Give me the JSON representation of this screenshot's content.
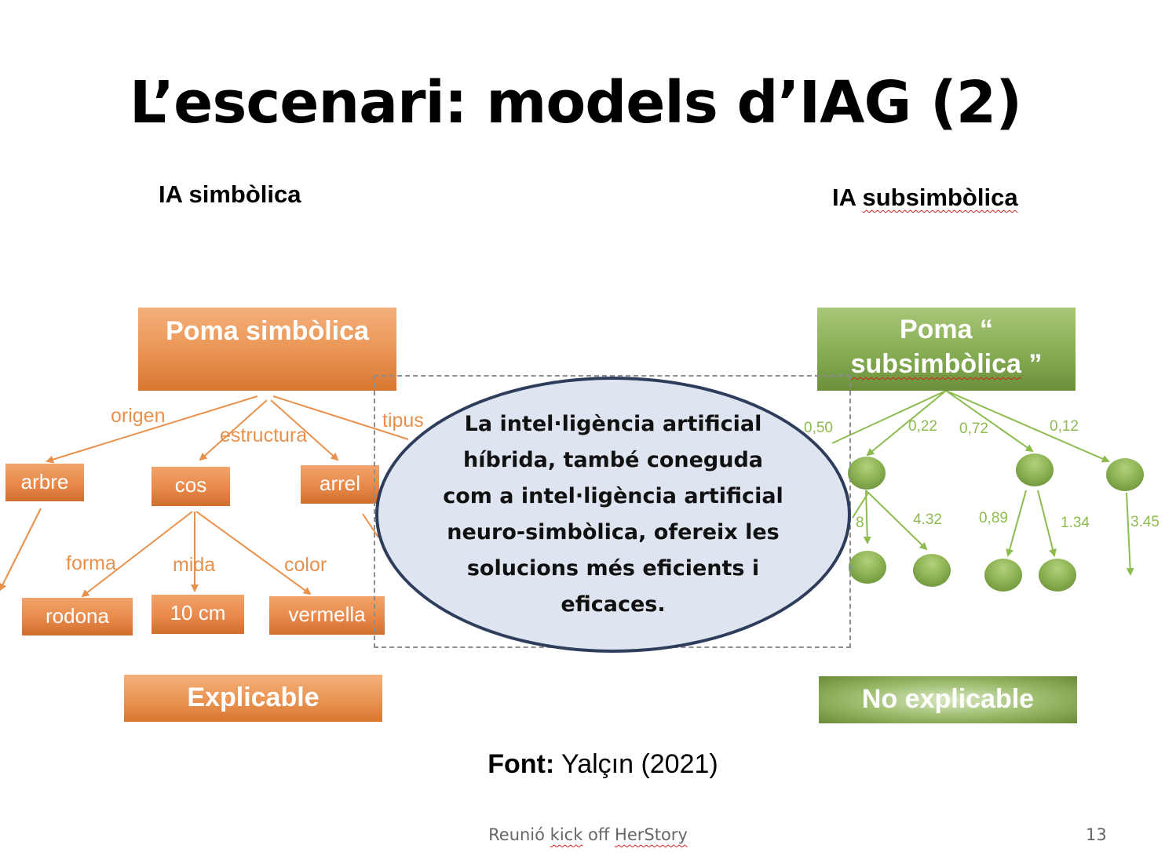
{
  "slide": {
    "title": "L’escenari: models d’IAG (2)",
    "left_heading": "IA simbòlica",
    "right_heading_prefix": "IA ",
    "right_heading_word": "subsimbòlica"
  },
  "symbolic_tree": {
    "root": "Poma simbòlica",
    "edge_labels": {
      "origen": "origen",
      "estructura": "estructura",
      "tipus": "tipus",
      "forma": "forma",
      "mida": "mida",
      "color": "color"
    },
    "nodes": {
      "arbre": "arbre",
      "cos": "cos",
      "arrel": "arrel",
      "rodona": "rodona",
      "mida_value": "10 cm",
      "vermella": "vermella"
    },
    "footer_label": "Explicable"
  },
  "subsymbolic_tree": {
    "root_line1": "Poma “",
    "root_line2_word": "subsimbòlica",
    "root_line2_end": " ”",
    "weights_top": [
      "0,50",
      "0,22",
      "0,72",
      "0,12"
    ],
    "weights_bottom": [
      "8",
      "4.32",
      "0,89",
      "1.34",
      "3.45"
    ],
    "footer_label": "No explicable"
  },
  "callout": {
    "text": "La intel·ligència artificial híbrida, també coneguda com a intel·ligència artificial neuro-simbòlica, ofereix les solucions més eficients i eficaces."
  },
  "source": {
    "label": "Font:",
    "value": " Yalçın (2021)"
  },
  "footer": {
    "prefix": "Reunió ",
    "kick": "kick",
    "middle": " off ",
    "herstory": "HerStory",
    "page_number": "13"
  },
  "colors": {
    "orange": "#e8894a",
    "green": "#86ad53",
    "callout_fill": "#dfe5f0",
    "callout_border": "#2e3d5c"
  }
}
